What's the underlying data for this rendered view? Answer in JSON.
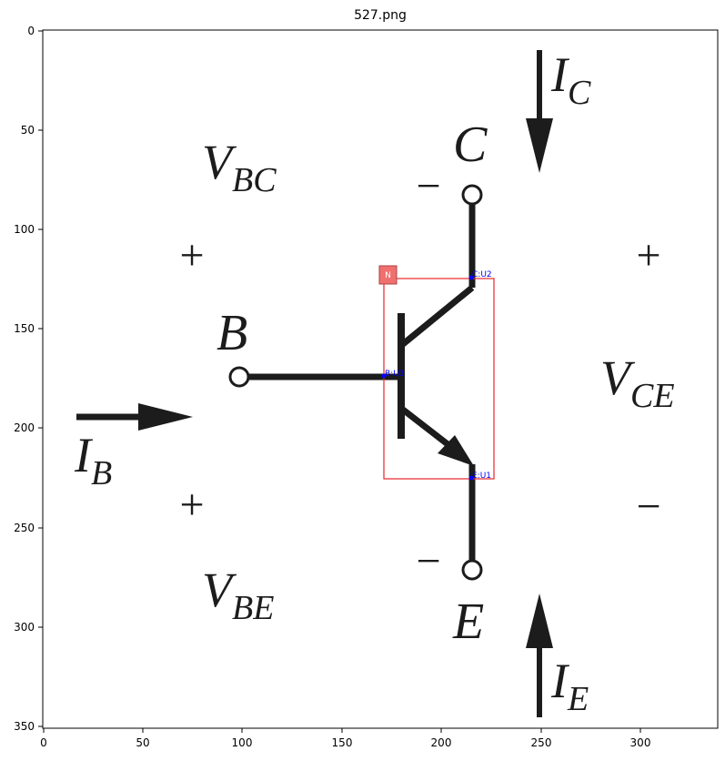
{
  "figure": {
    "title": "527.png"
  },
  "axes": {
    "x_ticks": [
      "0",
      "50",
      "100",
      "150",
      "200",
      "250",
      "300"
    ],
    "y_ticks": [
      "0",
      "50",
      "100",
      "150",
      "200",
      "250",
      "300",
      "350"
    ]
  },
  "diagram": {
    "collector_label": "C",
    "base_label": "B",
    "emitter_label": "E",
    "ic_main": "I",
    "ic_sub": "C",
    "ib_main": "I",
    "ib_sub": "B",
    "ie_main": "I",
    "ie_sub": "E",
    "vbc_main": "V",
    "vbc_sub": "BC",
    "vbe_main": "V",
    "vbe_sub": "BE",
    "vce_main": "V",
    "vce_sub": "CE",
    "plus": "+",
    "minus": "−"
  },
  "annotations": {
    "box_badge": "N",
    "pin_collector": "C:U2",
    "pin_base": "B:U3",
    "pin_emitter": "E:U1",
    "box_color": "#e8262a",
    "badge_color": "#f07070",
    "pin_color": "#0000ff"
  }
}
